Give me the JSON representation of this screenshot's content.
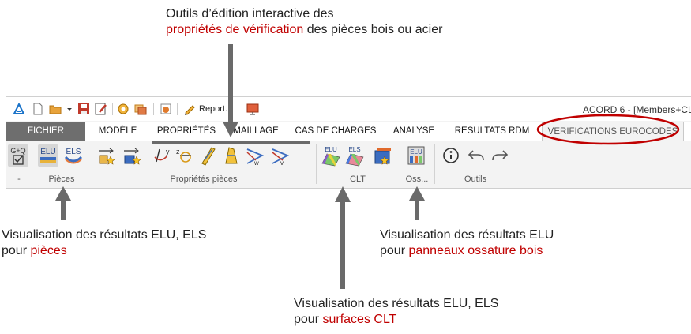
{
  "callouts": {
    "top": {
      "line1": "Outils d’édition interactive des",
      "line2_red": "propriétés de vérification",
      "line2_rest": " des pièces bois ou acier"
    },
    "left": {
      "line1": "Visualisation des résultats ELU, ELS",
      "line2_pre": "pour ",
      "line2_red": "pièces"
    },
    "middle": {
      "line1": "Visualisation des résultats ELU, ELS",
      "line2_pre": "pour ",
      "line2_red": "surfaces CLT"
    },
    "right": {
      "line1": "Visualisation des résultats ELU",
      "line2_pre": "pour ",
      "line2_red": "panneaux ossature bois"
    }
  },
  "window": {
    "title": "ACORD 6 - [Members+CL",
    "report_label": "Report..."
  },
  "tabs": [
    "FICHIER",
    "MODÈLE",
    "PROPRIÉTÉS",
    "MAILLAGE",
    "CAS DE CHARGES",
    "ANALYSE",
    "RESULTATS RDM",
    "VERIFICATIONS EUROCODES"
  ],
  "tool_labels": {
    "gq": "G+Q",
    "elu": "ELU",
    "els": "ELS",
    "oss_elu": "ELU"
  },
  "groups": [
    "-",
    "Pièces",
    "Propriétés pièces",
    "CLT",
    "Oss...",
    "Outils"
  ],
  "colors": {
    "accent_red": "#c00000",
    "arrow": "#6a6a6a",
    "tab_active_bg": "#6e6e6e"
  }
}
